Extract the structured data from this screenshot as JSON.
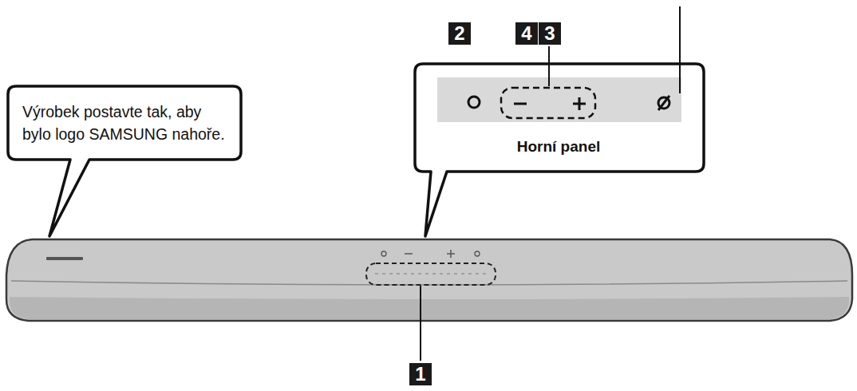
{
  "diagram": {
    "nodes": [
      {
        "text": [
          "Výrobek postavte tak, aby bylo logo SAMSUNG nahoře."
        ]
      },
      {
        "text": [
          "Horní panel"
        ]
      }
    ],
    "labels": [
      "2",
      "4",
      "3",
      "1"
    ]
  }
}
